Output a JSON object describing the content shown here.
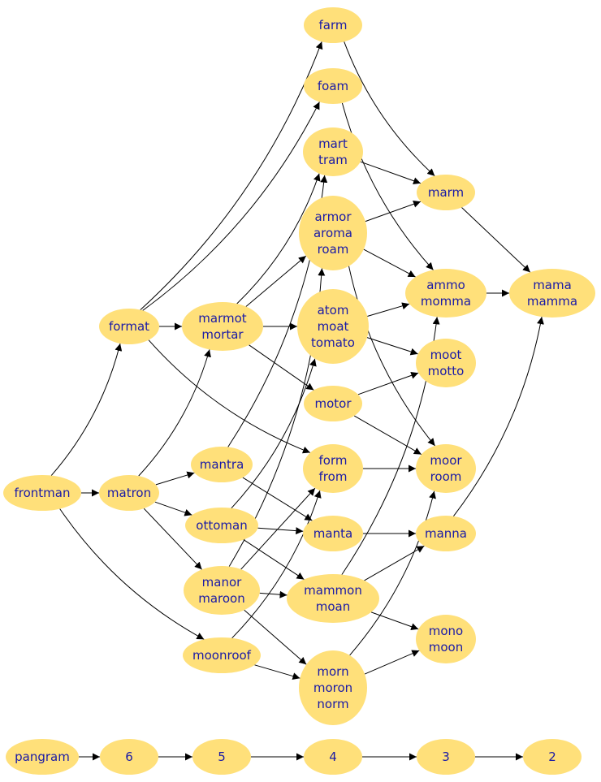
{
  "colors": {
    "node_fill": "#ffe07a",
    "node_text": "#1a1aa6",
    "edge": "#000000",
    "background": "#ffffff"
  },
  "nodes": [
    {
      "id": "farm",
      "lines": [
        "farm"
      ]
    },
    {
      "id": "foam",
      "lines": [
        "foam"
      ]
    },
    {
      "id": "marttram",
      "lines": [
        "mart",
        "tram"
      ]
    },
    {
      "id": "marm",
      "lines": [
        "marm"
      ]
    },
    {
      "id": "armor",
      "lines": [
        "armor",
        "aroma",
        "roam"
      ]
    },
    {
      "id": "ammo",
      "lines": [
        "ammo",
        "momma"
      ]
    },
    {
      "id": "mama",
      "lines": [
        "mama",
        "mamma"
      ]
    },
    {
      "id": "format",
      "lines": [
        "format"
      ]
    },
    {
      "id": "marmot",
      "lines": [
        "marmot",
        "mortar"
      ]
    },
    {
      "id": "atom",
      "lines": [
        "atom",
        "moat",
        "tomato"
      ]
    },
    {
      "id": "moot",
      "lines": [
        "moot",
        "motto"
      ]
    },
    {
      "id": "motor",
      "lines": [
        "motor"
      ]
    },
    {
      "id": "mantra",
      "lines": [
        "mantra"
      ]
    },
    {
      "id": "form",
      "lines": [
        "form",
        "from"
      ]
    },
    {
      "id": "moor",
      "lines": [
        "moor",
        "room"
      ]
    },
    {
      "id": "frontman",
      "lines": [
        "frontman"
      ]
    },
    {
      "id": "matron",
      "lines": [
        "matron"
      ]
    },
    {
      "id": "ottoman",
      "lines": [
        "ottoman"
      ]
    },
    {
      "id": "manta",
      "lines": [
        "manta"
      ]
    },
    {
      "id": "manna",
      "lines": [
        "manna"
      ]
    },
    {
      "id": "manor",
      "lines": [
        "manor",
        "maroon"
      ]
    },
    {
      "id": "mammon",
      "lines": [
        "mammon",
        "moan"
      ]
    },
    {
      "id": "mono",
      "lines": [
        "mono",
        "moon"
      ]
    },
    {
      "id": "moonroof",
      "lines": [
        "moonroof"
      ]
    },
    {
      "id": "morn",
      "lines": [
        "morn",
        "moron",
        "norm"
      ]
    },
    {
      "id": "pangram",
      "lines": [
        "pangram"
      ]
    },
    {
      "id": "n6",
      "lines": [
        "6"
      ]
    },
    {
      "id": "n5",
      "lines": [
        "5"
      ]
    },
    {
      "id": "n4",
      "lines": [
        "4"
      ]
    },
    {
      "id": "n3",
      "lines": [
        "3"
      ]
    },
    {
      "id": "n2",
      "lines": [
        "2"
      ]
    }
  ],
  "edges": [
    [
      "frontman",
      "format"
    ],
    [
      "frontman",
      "matron"
    ],
    [
      "frontman",
      "moonroof"
    ],
    [
      "format",
      "farm"
    ],
    [
      "format",
      "foam"
    ],
    [
      "format",
      "marmot"
    ],
    [
      "format",
      "form"
    ],
    [
      "matron",
      "marmot"
    ],
    [
      "matron",
      "mantra"
    ],
    [
      "matron",
      "ottoman"
    ],
    [
      "matron",
      "manor"
    ],
    [
      "marmot",
      "marttram"
    ],
    [
      "marmot",
      "armor"
    ],
    [
      "marmot",
      "atom"
    ],
    [
      "marmot",
      "motor"
    ],
    [
      "mantra",
      "marttram"
    ],
    [
      "mantra",
      "manta"
    ],
    [
      "ottoman",
      "atom"
    ],
    [
      "ottoman",
      "manta"
    ],
    [
      "ottoman",
      "mammon"
    ],
    [
      "manor",
      "form"
    ],
    [
      "manor",
      "mammon"
    ],
    [
      "manor",
      "morn"
    ],
    [
      "manor",
      "armor"
    ],
    [
      "moonroof",
      "form"
    ],
    [
      "moonroof",
      "morn"
    ],
    [
      "farm",
      "marm"
    ],
    [
      "foam",
      "ammo"
    ],
    [
      "marttram",
      "marm"
    ],
    [
      "armor",
      "marm"
    ],
    [
      "armor",
      "ammo"
    ],
    [
      "armor",
      "moor"
    ],
    [
      "atom",
      "ammo"
    ],
    [
      "atom",
      "moot"
    ],
    [
      "motor",
      "moot"
    ],
    [
      "motor",
      "moor"
    ],
    [
      "form",
      "moor"
    ],
    [
      "manta",
      "manna"
    ],
    [
      "mammon",
      "manna"
    ],
    [
      "mammon",
      "mono"
    ],
    [
      "mammon",
      "ammo"
    ],
    [
      "morn",
      "mono"
    ],
    [
      "morn",
      "moor"
    ],
    [
      "marm",
      "mama"
    ],
    [
      "ammo",
      "mama"
    ],
    [
      "manna",
      "mama"
    ],
    [
      "pangram",
      "n6"
    ],
    [
      "n6",
      "n5"
    ],
    [
      "n5",
      "n4"
    ],
    [
      "n4",
      "n3"
    ],
    [
      "n3",
      "n2"
    ]
  ]
}
